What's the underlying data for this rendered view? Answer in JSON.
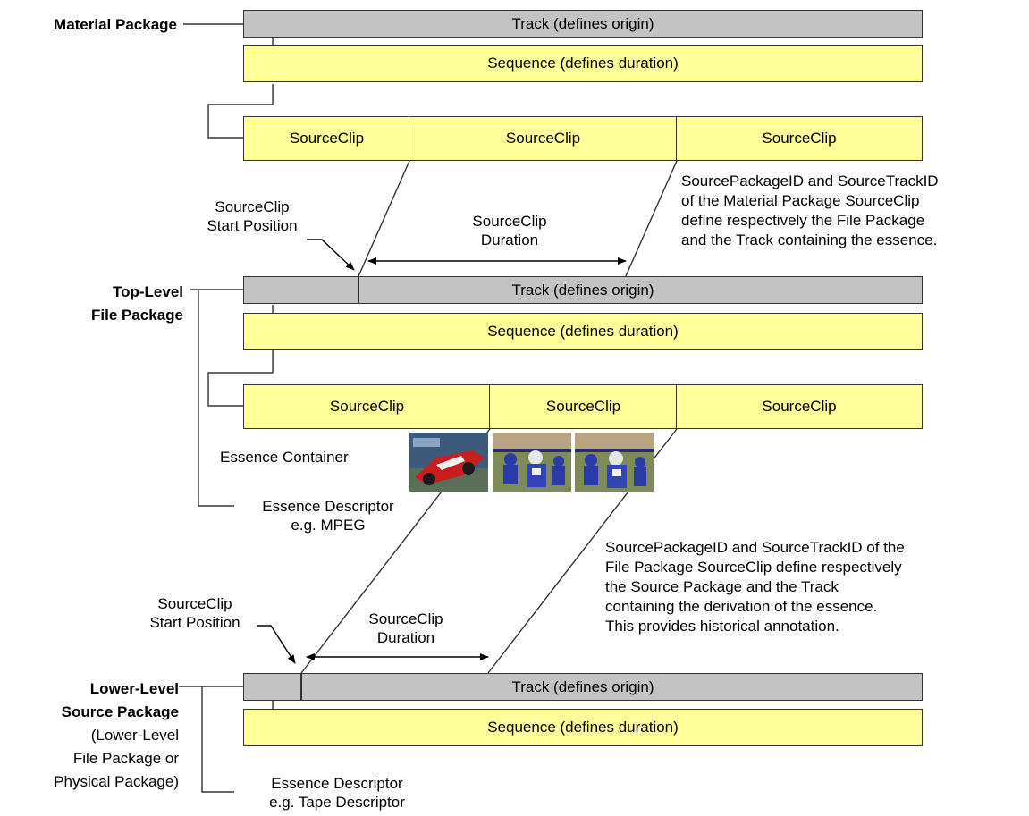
{
  "material_package": {
    "label": "Material Package",
    "track": "Track (defines origin)",
    "sequence": "Sequence (defines duration)",
    "clips": [
      "SourceClip",
      "SourceClip",
      "SourceClip"
    ]
  },
  "top_level_file_package": {
    "label_line1": "Top-Level",
    "label_line2": "File Package",
    "track": "Track (defines origin)",
    "sequence": "Sequence (defines duration)",
    "clips": [
      "SourceClip",
      "SourceClip",
      "SourceClip"
    ],
    "essence_container": "Essence Container",
    "essence_descriptor_line1": "Essence Descriptor",
    "essence_descriptor_line2": "e.g. MPEG"
  },
  "lower_level_source_package": {
    "label_line1": "Lower-Level",
    "label_line2": "Source Package",
    "label_line3": "(Lower-Level",
    "label_line4": "File Package or",
    "label_line5": "Physical Package)",
    "track": "Track (defines origin)",
    "sequence": "Sequence (defines duration)",
    "essence_descriptor_line1": "Essence Descriptor",
    "essence_descriptor_line2": "e.g. Tape Descriptor"
  },
  "annotations": {
    "upper_start_line1": "SourceClip",
    "upper_start_line2": "Start Position",
    "upper_duration_line1": "SourceClip",
    "upper_duration_line2": "Duration",
    "upper_note": [
      "SourcePackageID and SourceTrackID",
      "of the Material Package SourceClip",
      "define respectively the File Package",
      "and the Track containing the essence."
    ],
    "lower_start_line1": "SourceClip",
    "lower_start_line2": "Start Position",
    "lower_duration_line1": "SourceClip",
    "lower_duration_line2": "Duration",
    "lower_note": [
      "SourcePackageID and SourceTrackID of the",
      "File Package SourceClip define respectively",
      "the Source Package and the Track",
      "containing the derivation of the essence.",
      "This provides historical annotation."
    ]
  },
  "colors": {
    "track_fill": "#c3c3c3",
    "clip_fill": "#ffff99",
    "outline": "#333333"
  },
  "images": [
    "race-car-thumbnail",
    "football-player-thumbnail",
    "football-player-thumbnail"
  ]
}
